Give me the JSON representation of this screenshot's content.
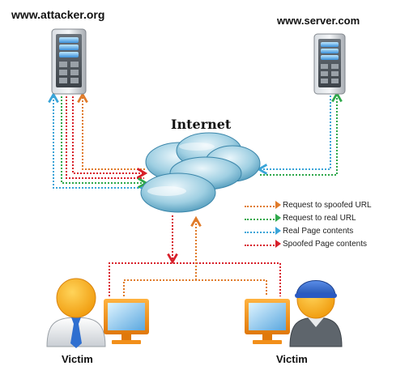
{
  "labels": {
    "attacker_site": "www.attacker.org",
    "server_site": "www.server.com",
    "internet": "Internet",
    "victim_left": "Victim",
    "victim_right": "Victim"
  },
  "legend": [
    {
      "text": "Request to spoofed URL",
      "color": "#e07b2a"
    },
    {
      "text": "Request to real URL",
      "color": "#2ea84a"
    },
    {
      "text": "Real Page contents",
      "color": "#3aa4d8"
    },
    {
      "text": "Spoofed Page contents",
      "color": "#d81f2a"
    }
  ],
  "icons": {
    "attacker_server": "server-tower-icon",
    "real_server": "server-tower-icon",
    "internet": "cloud-icon",
    "victim_left_user": "user-with-tie-icon",
    "victim_left_monitor": "monitor-icon",
    "victim_right_user": "user-with-cap-icon",
    "victim_right_monitor": "monitor-icon"
  }
}
